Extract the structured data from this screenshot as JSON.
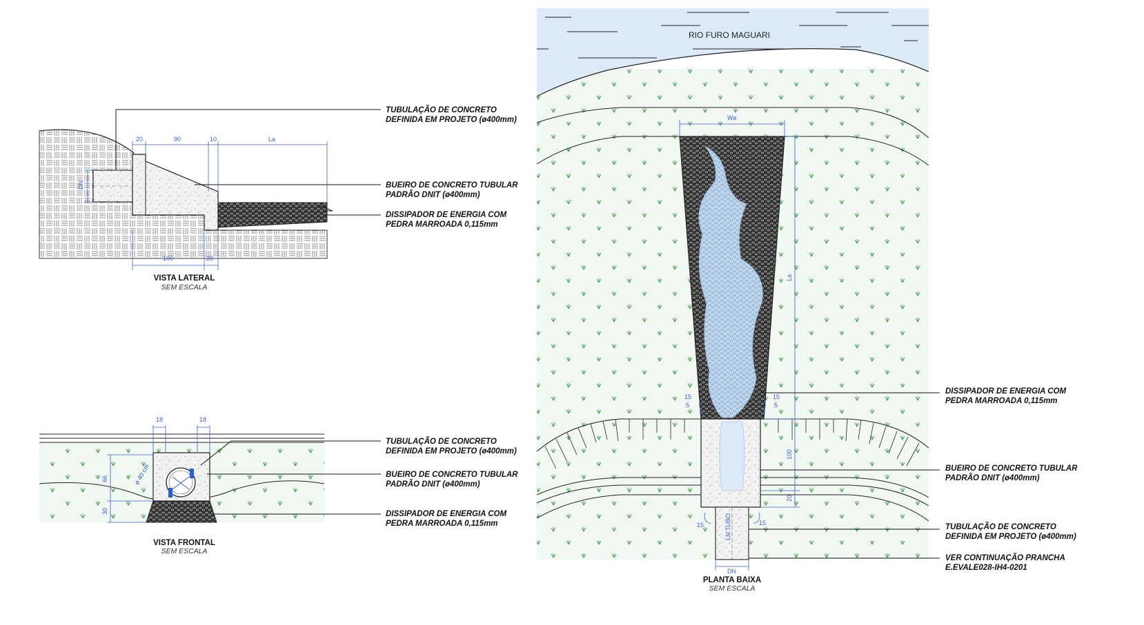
{
  "side_view": {
    "labels": [
      "TUBULAÇÃO DE CONCRETO",
      "DEFINIDA EM PROJETO (ø400mm)",
      "BUEIRO DE CONCRETO TUBULAR",
      "PADRÃO DNIT (ø400mm)",
      "DISSIPADOR DE ENERGIA COM",
      "PEDRA MARROADA 0,115mm"
    ],
    "dims": [
      "20",
      "90",
      "10",
      "La",
      "DN",
      "100",
      "20"
    ],
    "title": "VISTA LATERAL",
    "subtitle": "SEM ESCALA"
  },
  "front_view": {
    "labels": [
      "TUBULAÇÃO DE CONCRETO",
      "DEFINIDA EM PROJETO (ø400mm)",
      "BUEIRO DE CONCRETO TUBULAR",
      "PADRÃO DNIT (ø400mm)",
      "DISSIPADOR DE ENERGIA COM",
      "PEDRA MARROADA 0,115mm"
    ],
    "dims": [
      "18",
      "18",
      "66",
      "ø 40 cm",
      "30"
    ],
    "title": "VISTA FRONTAL",
    "subtitle": "SEM ESCALA"
  },
  "plan_view": {
    "river": "RIO FURO MAGUARI",
    "labels": [
      "DISSIPADOR DE ENERGIA COM",
      "PEDRA MARROADA 0,115mm",
      "BUEIRO DE CONCRETO TUBULAR",
      "PADRÃO DNIT (ø400mm)",
      "TUBULAÇÃO DE CONCRETO",
      "DEFINIDA EM PROJETO (ø400mm)",
      "VER CONTINUAÇÃO PRANCHA",
      "E.EVALE028-IH4-0201"
    ],
    "dims": [
      "Wa",
      "La",
      "15",
      "5",
      "15",
      "5",
      "100",
      "20",
      "15",
      "15",
      "LN.TUBO",
      "DN"
    ],
    "title": "PLANTA BAIXA",
    "subtitle": "SEM ESCALA"
  },
  "colors": {
    "water": "#dce9f7",
    "grass": "#f1f7f1",
    "grass_mark": "#2f8f3f",
    "dimension": "#3a5fcd",
    "stone": "#333333",
    "concrete": "#f2f2f2"
  }
}
